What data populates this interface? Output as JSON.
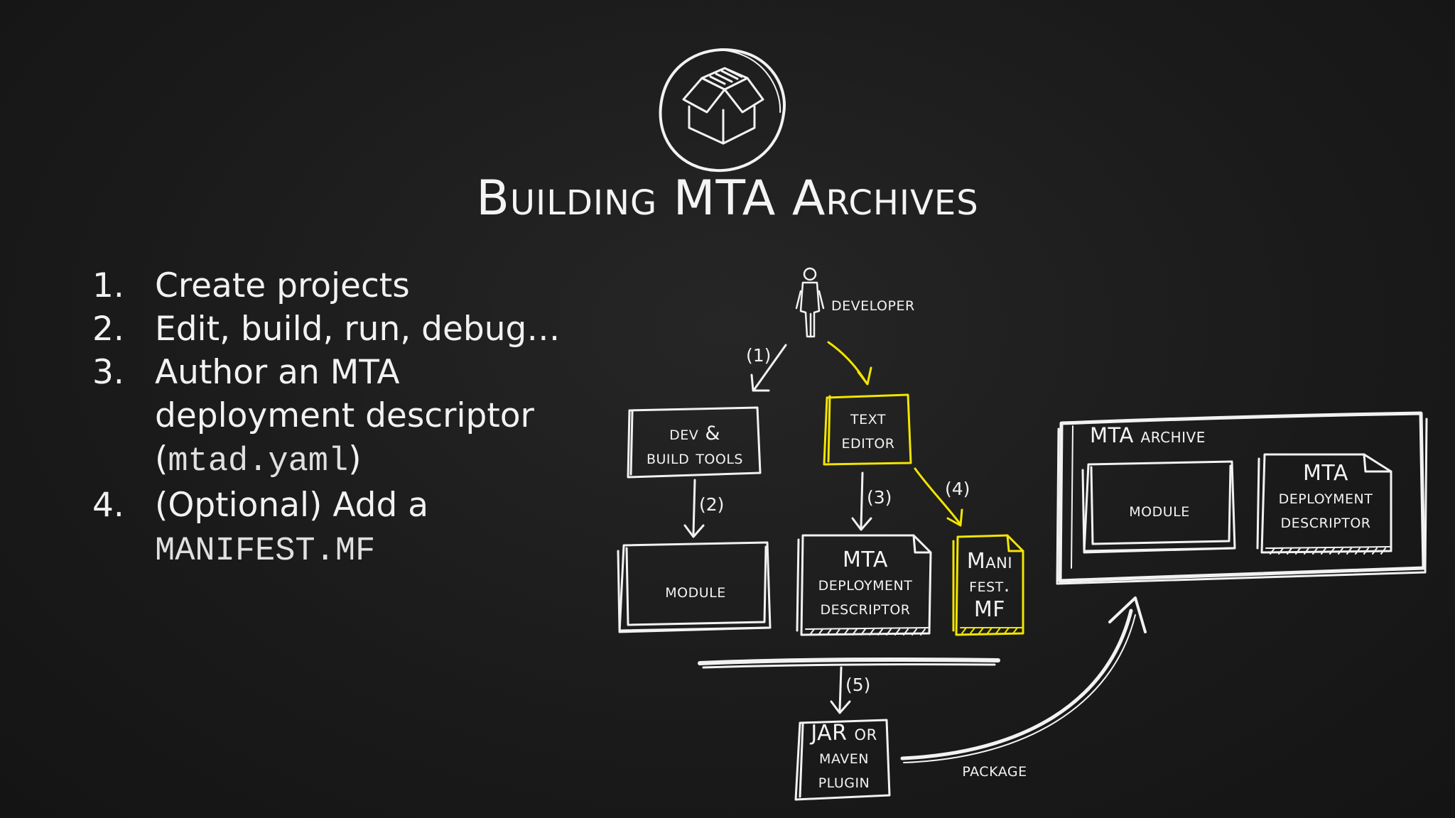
{
  "title": "Building MTA Archives",
  "steps": [
    {
      "num": "1.",
      "text": "Create projects"
    },
    {
      "num": "2.",
      "text": "Edit, build, run, debug…"
    },
    {
      "num": "3.",
      "text": "Author an MTA deployment descriptor (",
      "code": "mtad.yaml",
      "after": ")"
    },
    {
      "num": "4.",
      "text": "(Optional) Add a",
      "code": "MANIFEST.MF"
    }
  ],
  "diagram": {
    "developer": "developer",
    "dev_build_tools": [
      "dev &",
      "build tools"
    ],
    "text_editor": [
      "text",
      "editor"
    ],
    "module": "module",
    "mta_descriptor": [
      "MTA",
      "deployment",
      "descriptor"
    ],
    "manifest": [
      "Mani",
      "fest.",
      "MF"
    ],
    "jar_plugin": [
      "JAR or",
      "maven",
      "plugin"
    ],
    "package": "package",
    "mta_archive": "MTA archive",
    "archive_module": "module",
    "archive_descriptor": [
      "MTA",
      "deployment",
      "descriptor"
    ],
    "step_labels": [
      "(1)",
      "(2)",
      "(3)",
      "(4)",
      "(5)"
    ]
  },
  "colors": {
    "chalk": "#f2f2f2",
    "highlight": "#f2e500",
    "board": "#1b1b1b"
  }
}
